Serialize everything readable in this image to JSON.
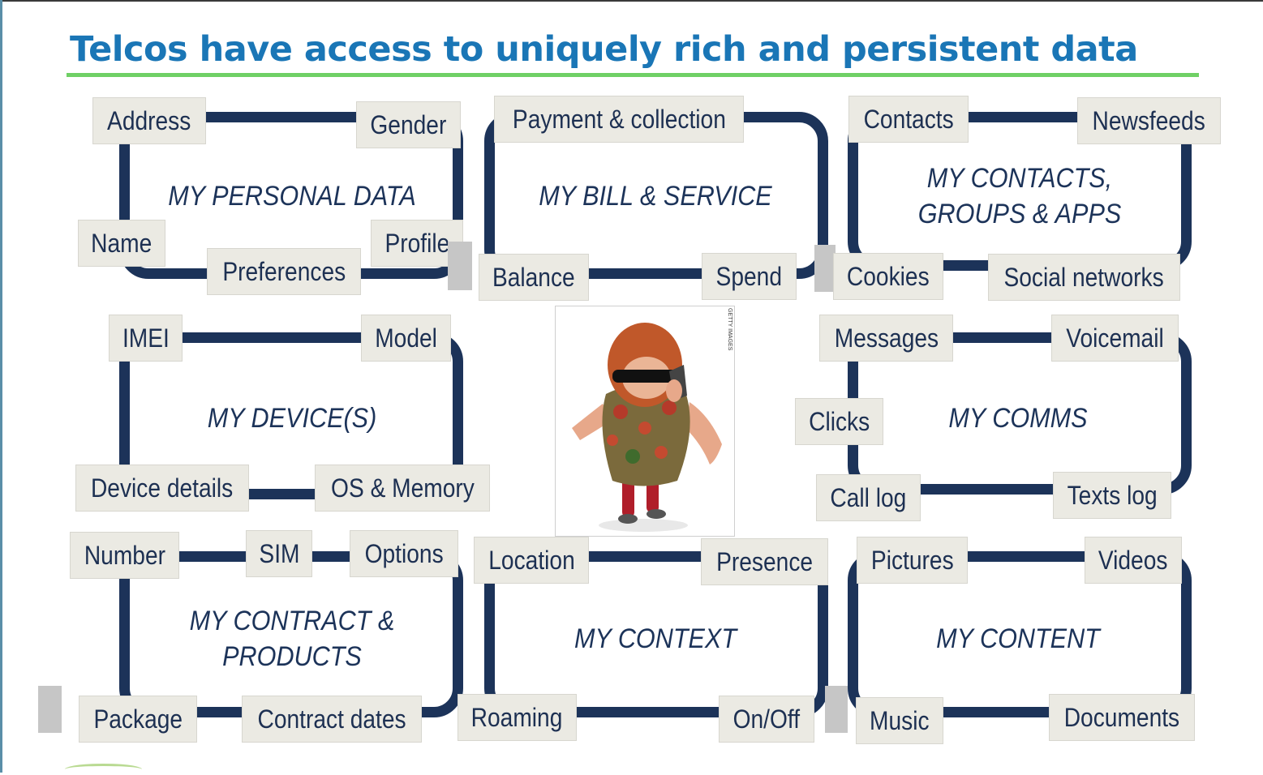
{
  "title": "Telcos have access to uniquely rich and persistent data",
  "colors": {
    "title": "#1a76b6",
    "underline": "#6fd065",
    "frame": "#1c3359",
    "tag_fill": "#ebeae3",
    "text": "#1d3052"
  },
  "groups": {
    "personal": {
      "label": "MY PERSONAL DATA",
      "tags": [
        "Address",
        "Gender",
        "Name",
        "Profile",
        "Preferences"
      ]
    },
    "bill": {
      "label": "MY BILL & SERVICE",
      "tags": [
        "Payment & collection",
        "Balance",
        "Spend"
      ]
    },
    "contacts": {
      "label": "MY CONTACTS, GROUPS & APPS",
      "tags": [
        "Contacts",
        "Newsfeeds",
        "Cookies",
        "Social networks"
      ]
    },
    "device": {
      "label": "MY DEVICE(S)",
      "tags": [
        "IMEI",
        "Model",
        "Device details",
        "OS & Memory"
      ]
    },
    "comms": {
      "label": "MY COMMS",
      "tags": [
        "Messages",
        "Voicemail",
        "Clicks",
        "Call log",
        "Texts log"
      ]
    },
    "contract": {
      "label": "MY CONTRACT & PRODUCTS",
      "tags": [
        "Number",
        "SIM",
        "Options",
        "Package",
        "Contract dates"
      ]
    },
    "context": {
      "label": "MY CONTEXT",
      "tags": [
        "Location",
        "Presence",
        "Roaming",
        "On/Off"
      ]
    },
    "content": {
      "label": "MY CONTENT",
      "tags": [
        "Pictures",
        "Videos",
        "Music",
        "Documents"
      ]
    }
  },
  "photo": {
    "icon": "person-on-phone-photo",
    "credit": "GETTY IMAGES"
  }
}
